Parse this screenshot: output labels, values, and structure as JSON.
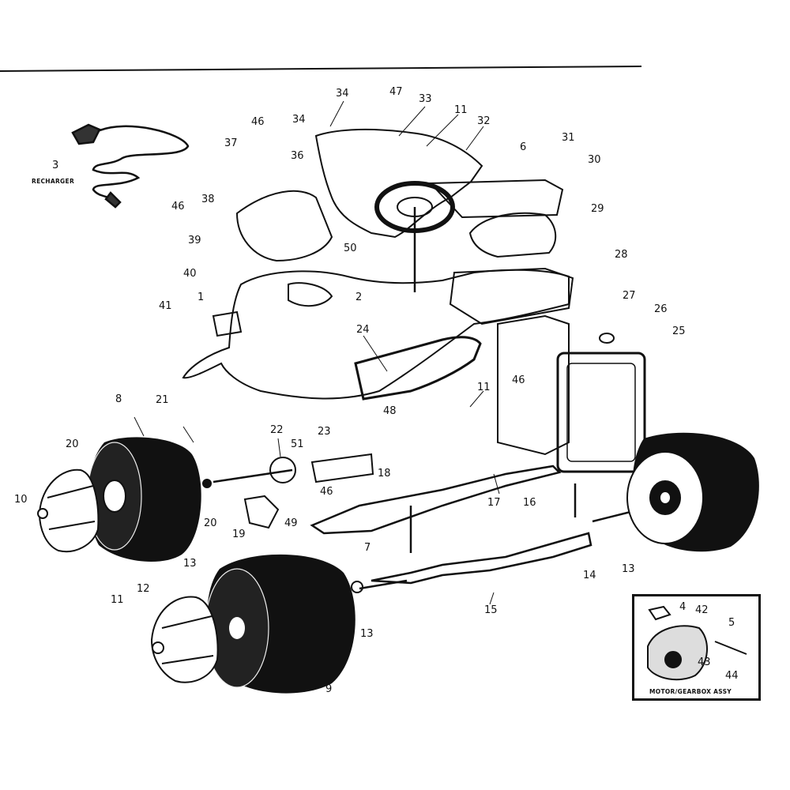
{
  "diagram": {
    "labels": {
      "l3": "3",
      "recharger": "RECHARGER",
      "l34a": "34",
      "l47": "47",
      "l33": "33",
      "l11a": "11",
      "l32": "32",
      "l46a": "46",
      "l34b": "34",
      "l37": "37",
      "l36": "36",
      "l6": "6",
      "l31": "31",
      "l30": "30",
      "l46b": "46",
      "l38": "38",
      "l29": "29",
      "l39": "39",
      "l50": "50",
      "l28": "28",
      "l40": "40",
      "l1": "1",
      "l2": "2",
      "l27": "27",
      "l41": "41",
      "l26": "26",
      "l25": "25",
      "l24": "24",
      "l46c": "46",
      "l11b": "11",
      "l8": "8",
      "l21": "21",
      "l48": "48",
      "l22": "22",
      "l51": "51",
      "l23": "23",
      "l20a": "20",
      "l10": "10",
      "l18": "18",
      "l46d": "46",
      "l17": "17",
      "l16": "16",
      "l20b": "20",
      "l19": "19",
      "l49": "49",
      "l7": "7",
      "l13a": "13",
      "l14": "14",
      "l13b": "13",
      "l12": "12",
      "l11c": "11",
      "l15": "15",
      "l13c": "13",
      "l9": "9"
    },
    "inset": {
      "l4": "4",
      "l42": "42",
      "l5": "5",
      "l43": "43",
      "l44": "44",
      "caption": "MOTOR/GEARBOX ASSY"
    }
  },
  "colors": {
    "ink": "#111111",
    "paper": "#ffffff"
  }
}
